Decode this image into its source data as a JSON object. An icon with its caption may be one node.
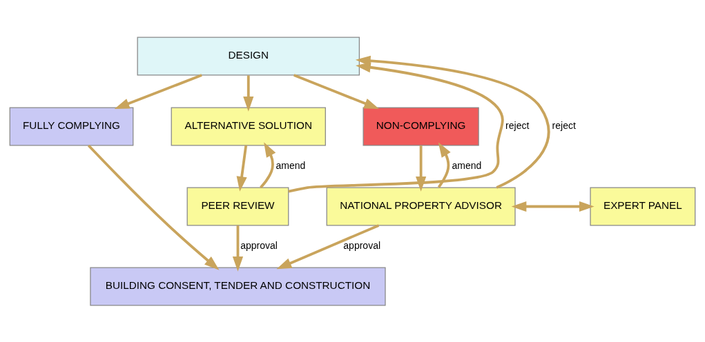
{
  "diagram": {
    "nodes": [
      {
        "text": [
          "DESIGN"
        ]
      },
      {
        "text": [
          "ALTERNATIVE SOLUTION"
        ]
      },
      {
        "text": [
          "FULLY COMPLYING"
        ]
      },
      {
        "text": [
          "NON-COMPLYING"
        ]
      },
      {
        "text": [
          "PEER REVIEW"
        ]
      },
      {
        "text": [
          "NATIONAL PROPERTY ADVISOR"
        ]
      },
      {
        "text": [
          "EXPERT PANEL"
        ]
      },
      {
        "text": [
          "BUILDING CONSENT, TENDER AND CONSTRUCTION"
        ]
      }
    ],
    "edges": [
      {
        "from": 0,
        "to": 2,
        "arrow": "to"
      },
      {
        "from": 0,
        "to": 1,
        "arrow": "to"
      },
      {
        "from": 0,
        "to": 3,
        "arrow": "to"
      },
      {
        "from": 1,
        "to": 4,
        "arrow": "to"
      },
      {
        "from": 4,
        "to": 1,
        "arrow": "to",
        "label": "amend"
      },
      {
        "from": 4,
        "to": 0,
        "arrow": "to",
        "label": "reject"
      },
      {
        "from": 5,
        "to": 0,
        "arrow": "to",
        "label": "reject"
      },
      {
        "from": 5,
        "to": 3,
        "arrow": "to",
        "label": "amend"
      },
      {
        "from": 3,
        "to": 5,
        "arrow": "to"
      },
      {
        "from": 5,
        "to": 6,
        "arrow": "both"
      },
      {
        "from": 2,
        "to": 7,
        "arrow": "to"
      },
      {
        "from": 4,
        "to": 7,
        "arrow": "to",
        "label": "approval"
      },
      {
        "from": 5,
        "to": 7,
        "arrow": "to",
        "label": "approval"
      }
    ]
  }
}
